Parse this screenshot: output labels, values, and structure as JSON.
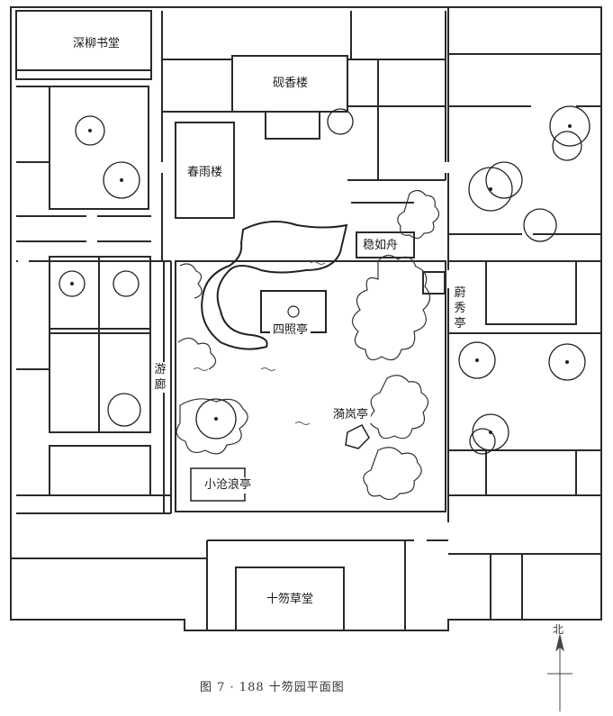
{
  "rooms": {
    "shenliu": "深柳书堂",
    "yanxiang": "砚香楼",
    "chunyu": "春雨楼",
    "wenru": "稳如舟",
    "yuxiu": "蔚秀亭",
    "sizhao": "四照亭",
    "yilan": "漪岚亭",
    "youlang": "游廊",
    "xiaocanglang": "小沧浪亭",
    "shihu": "十笏草堂"
  },
  "compass": {
    "north": "北"
  },
  "caption": "图 7 · 188  十笏园平面图"
}
